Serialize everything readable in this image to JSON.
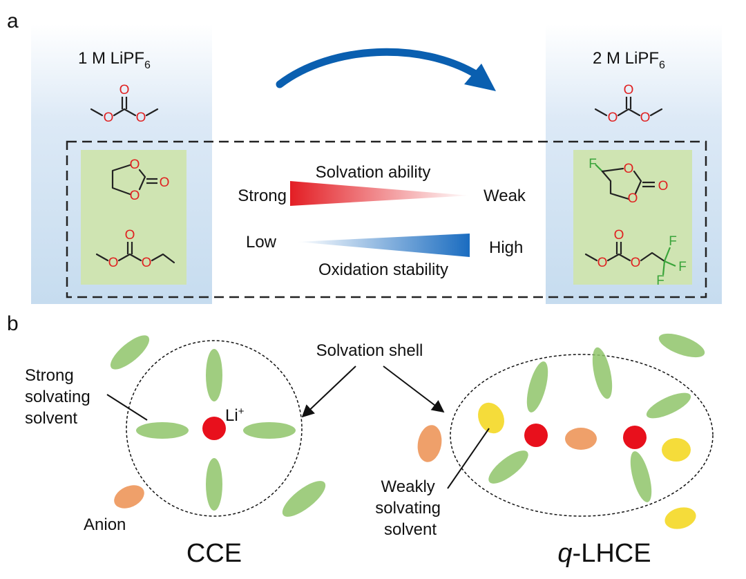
{
  "panel_a": {
    "label": "a",
    "left_salt": {
      "prefix": "1 M LiPF",
      "subscript": "6"
    },
    "right_salt": {
      "prefix": "2 M LiPF",
      "subscript": "6"
    },
    "solvation": {
      "title": "Solvation ability",
      "left": "Strong",
      "right": "Weak"
    },
    "oxidation": {
      "title": "Oxidation stability",
      "left": "Low",
      "right": "High"
    },
    "atoms": {
      "oxygen": "O",
      "fluorine": "F"
    },
    "colors": {
      "oxygen": "#e02020",
      "fluorine": "#3aa43a",
      "highlight": "#cfe4b2",
      "strong_arrow": "#0a5fb0",
      "red_wedge": "#e31e24",
      "blue_wedge": "#1a6cc0"
    }
  },
  "panel_b": {
    "label": "b",
    "solvation_shell": "Solvation shell",
    "strong_solvent": [
      "Strong",
      "solvating",
      "solvent"
    ],
    "weak_solvent": [
      "Weakly",
      "solvating",
      "solvent"
    ],
    "li_ion": {
      "text": "Li",
      "superscript": "+"
    },
    "anion": "Anion",
    "left_name": "CCE",
    "right_name": {
      "italic": "q",
      "rest": "-LHCE"
    },
    "colors": {
      "li": "#e8101c",
      "solvent_green": "#8fc46a",
      "anion_orange": "#efa06a",
      "weak_yellow": "#f5dc3a"
    }
  }
}
